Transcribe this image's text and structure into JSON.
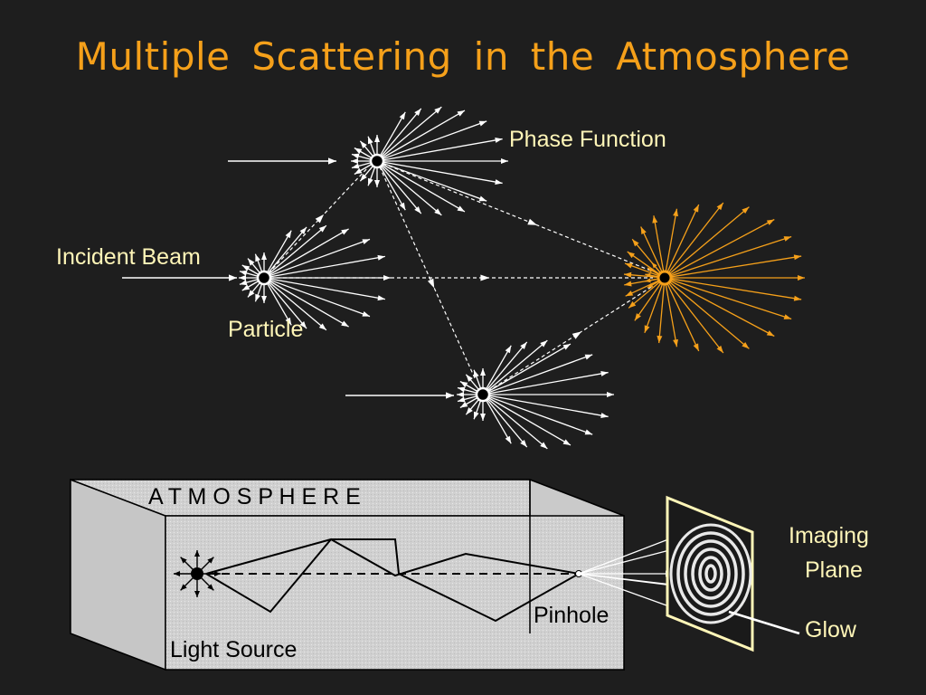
{
  "title": "Multiple Scattering in the Atmosphere",
  "labels": {
    "phase_function": "Phase  Function",
    "incident_beam": "Incident  Beam",
    "particle": "Particle",
    "atmosphere": "A  T  M  O  S  P  H  E  R  E",
    "pinhole": "Pinhole",
    "light_source": "Light  Source",
    "imaging_plane_1": "Imaging",
    "imaging_plane_2": "Plane",
    "glow": "Glow"
  },
  "colors": {
    "background": "#1e1e1e",
    "title": "#f5a01a",
    "highlight_particle": "#f5a01a",
    "arrows": "#ffffff",
    "label_text": "#fff6b8",
    "box_face": "#d4d4d4",
    "imaging_frame": "#fff6b8"
  }
}
